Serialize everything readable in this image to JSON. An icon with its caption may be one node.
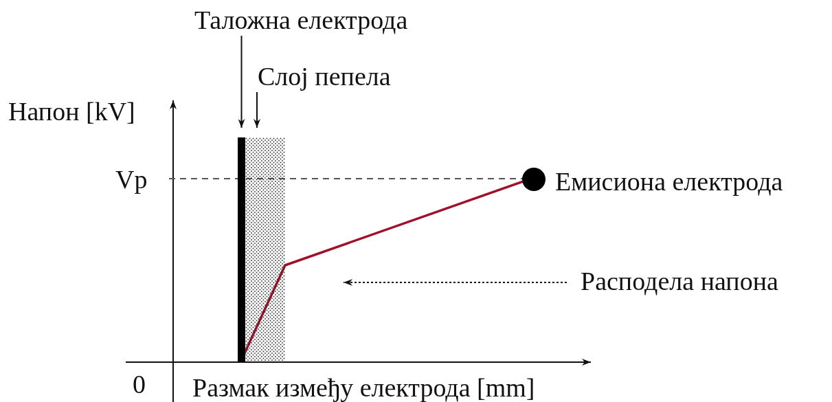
{
  "diagram": {
    "nodes": [
      {
        "text": [
          "Таложна електрода"
        ]
      },
      {
        "text": [],
        "shape": "bar"
      },
      {
        "text": [
          "Слој пепела"
        ]
      },
      {
        "text": [],
        "shape": "box"
      },
      {
        "text": [],
        "shape": "circle",
        "beside": [
          "Емисиона електрода"
        ]
      },
      {
        "text": [
          "Расподела напона"
        ]
      }
    ],
    "edges": [
      {
        "from": 0,
        "to": 1,
        "arrow": "to"
      },
      {
        "from": 2,
        "to": 3,
        "arrow": "to"
      },
      {
        "from": 5,
        "to": null,
        "arrow": "to",
        "style": "dashed"
      }
    ],
    "labels": [
      "Напон [kV]",
      "Vp",
      "0",
      "Размак између електрода [mm]"
    ]
  }
}
